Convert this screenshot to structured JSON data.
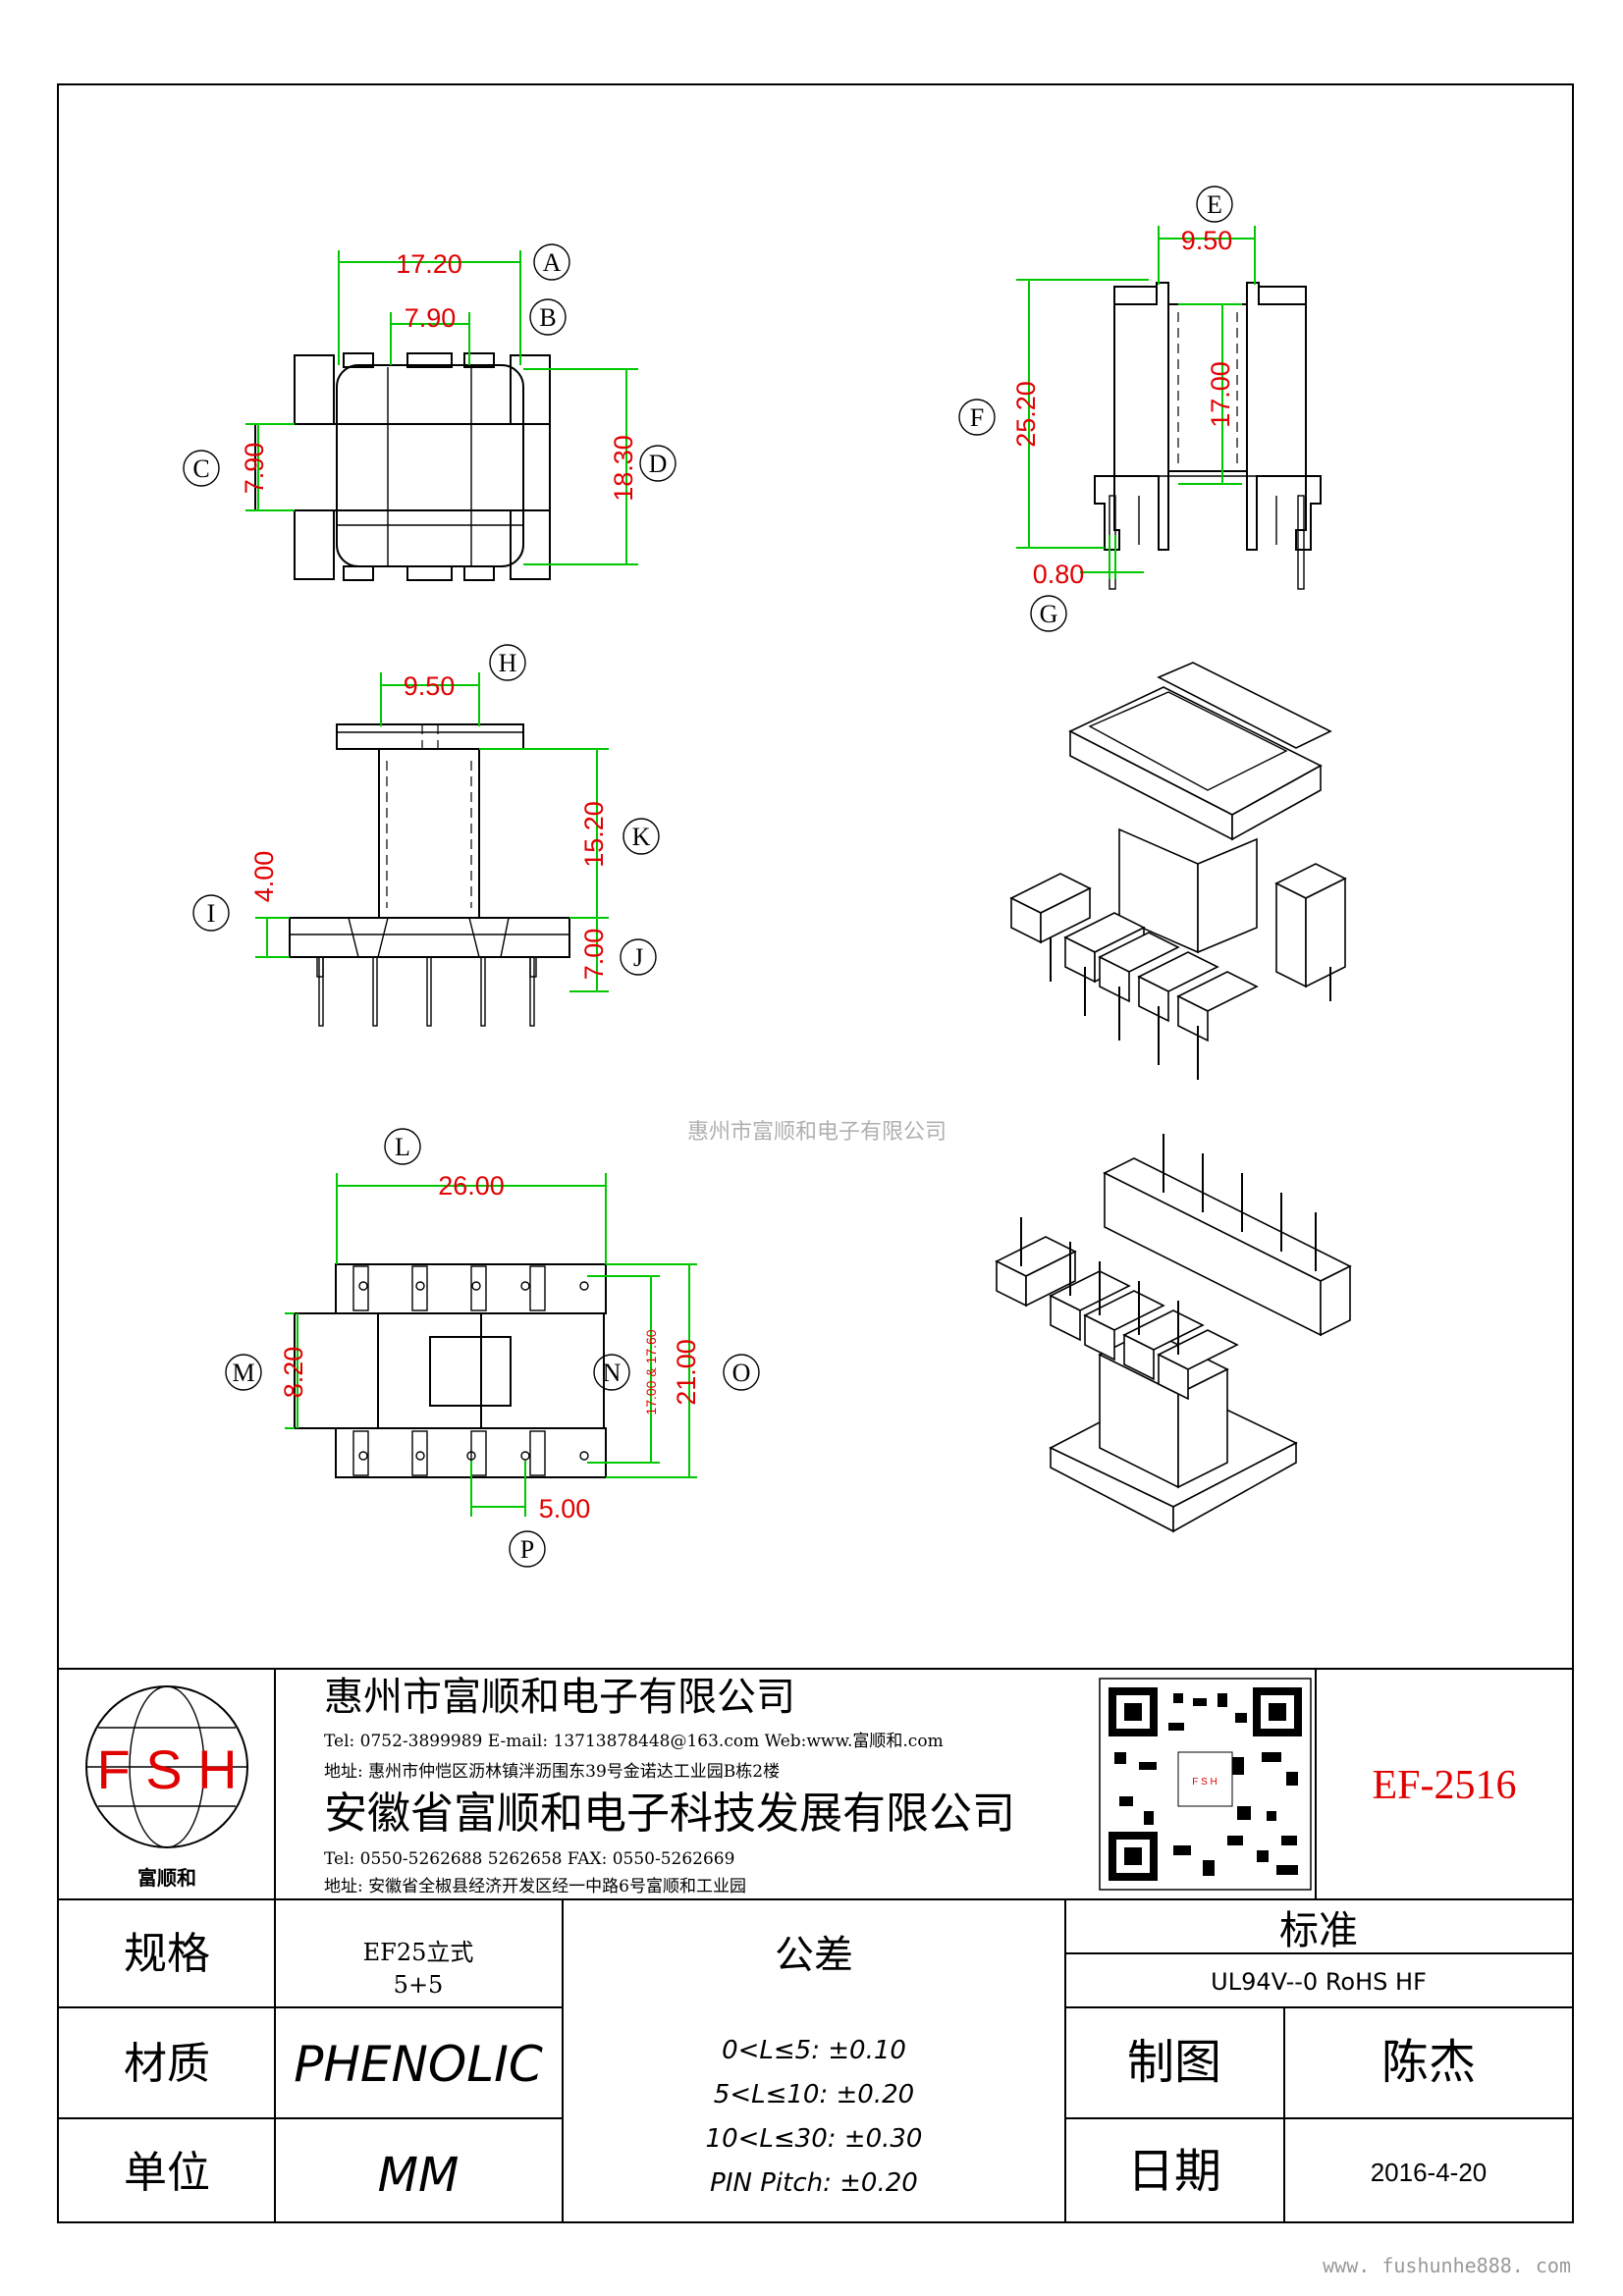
{
  "watermark": "惠州市富顺和电子有限公司",
  "footer_url": "www. fushunhe888. com",
  "dimensions": {
    "A": "17.20",
    "B": "7.90",
    "C": "7.90",
    "D": "18.30",
    "E": "9.50",
    "F": "25.20",
    "Fi": "17.00",
    "G": "0.80",
    "H": "9.50",
    "I": "4.00",
    "J": "7.00",
    "K": "15.20",
    "L": "26.00",
    "M": "8.20",
    "N": "17.00 & 17.60",
    "O": "21.00",
    "P": "5.00"
  },
  "labels": [
    "A",
    "B",
    "C",
    "D",
    "E",
    "F",
    "G",
    "H",
    "I",
    "J",
    "K",
    "L",
    "M",
    "N",
    "O",
    "P"
  ],
  "title_block": {
    "logo_text": "F S H",
    "logo_caption": "富顺和",
    "company1": "惠州市富顺和电子有限公司",
    "company1_contact": "Tel:  0752-3899989  E-mail: 13713878448@163.com  Web:www.富顺和.com",
    "company1_addr": "地址: 惠州市仲恺区沥林镇泮沥围东39号金诺达工业园B栋2楼",
    "company2": "安徽省富顺和电子科技发展有限公司",
    "company2_contact": "Tel:  0550-5262688  5262658       FAX: 0550-5262669",
    "company2_addr": "地址: 安徽省全椒县经济开发区经一中路6号富顺和工业园",
    "qr_badge": "F S H",
    "part_number": "EF-2516",
    "spec_label": "规格",
    "spec_value_1": "EF25立式",
    "spec_value_2": "5+5",
    "tolerance_label": "公差",
    "standard_label": "标准",
    "standard_value": "UL94V--0  RoHS HF",
    "material_label": "材质",
    "material_value": "PHENOLIC",
    "unit_label": "单位",
    "unit_value": "MM",
    "tolerances": [
      "0<L≤5: ±0.10",
      "5<L≤10: ±0.20",
      "10<L≤30: ±0.30",
      "PIN Pitch: ±0.20"
    ],
    "drawn_label": "制图",
    "drawn_value": "陈杰",
    "date_label": "日期",
    "date_value": "2016-4-20"
  }
}
